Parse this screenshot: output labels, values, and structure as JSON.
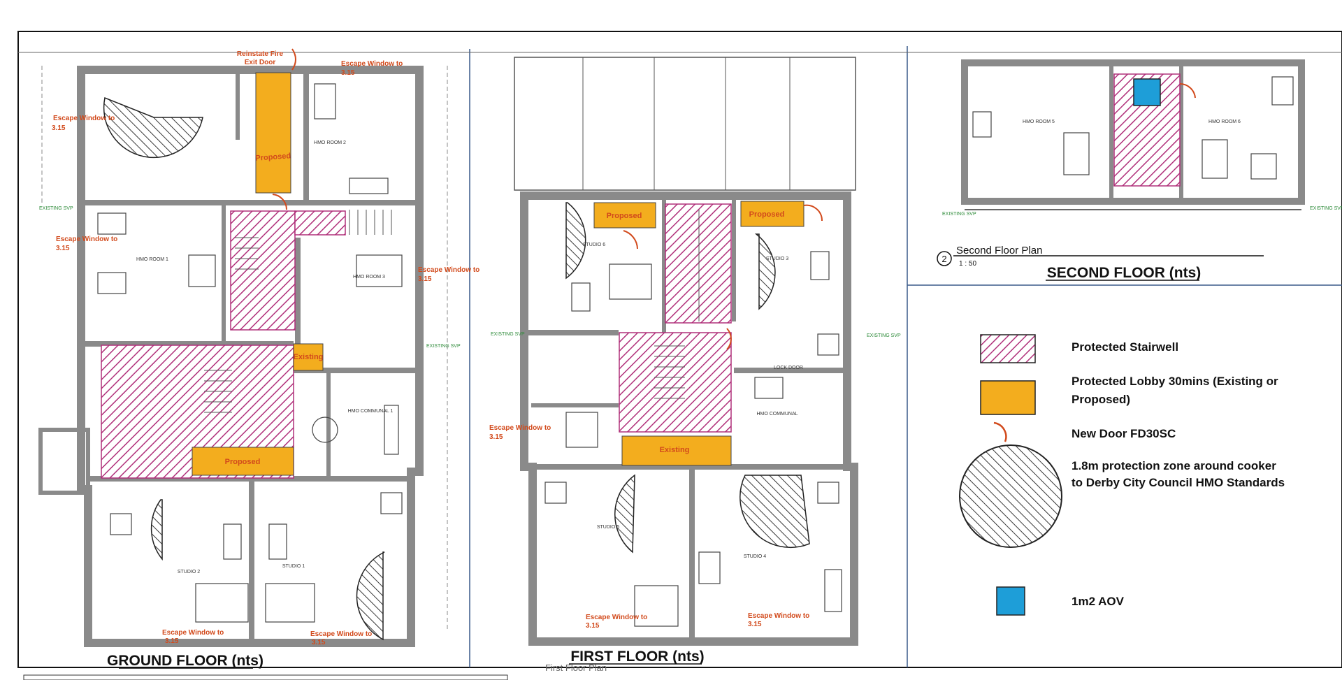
{
  "colors": {
    "stair_hatch": "#b0307a",
    "lobby": "#f3ad1e",
    "door": "#d24a1c",
    "aov": "#1e9ed8",
    "escape_text": "#d24a1c",
    "svp_text": "#2e8b3a"
  },
  "floors": {
    "ground": {
      "title": "GROUND FLOOR (nts)"
    },
    "first": {
      "title": "FIRST FLOOR (nts)"
    },
    "second": {
      "title": "SECOND FLOOR (nts)",
      "plan_number": "2",
      "plan_name": "Second Floor Plan",
      "scale": "1 : 50"
    }
  },
  "legend": {
    "items": [
      {
        "id": "stairwell",
        "label": "Protected Stairwell"
      },
      {
        "id": "lobby",
        "label_line1": "Protected Lobby 30mins (Existing or",
        "label_line2": "Proposed)"
      },
      {
        "id": "door",
        "label": "New Door FD30SC"
      },
      {
        "id": "cooker",
        "label_line1": "1.8m protection zone around cooker",
        "label_line2": "to Derby City Council HMO Standards"
      },
      {
        "id": "aov",
        "label": "1m2 AOV"
      }
    ]
  },
  "annotations": {
    "proposed": "Proposed",
    "existing": "Existing",
    "escape_window": "Escape Window to",
    "escape_ref": "3.15",
    "reinstate_fire_exit_line1": "Reinstate Fire",
    "reinstate_fire_exit_line2": "Exit Door",
    "existing_svp": "EXISTING SVP",
    "hmo_room_1": "HMO ROOM 1",
    "hmo_room_2": "HMO ROOM 2",
    "hmo_room_3": "HMO ROOM 3",
    "hmo_room_5": "HMO ROOM 5",
    "hmo_room_6": "HMO ROOM 6",
    "hmo_communal_1": "HMO COMMUNAL 1",
    "hmo_communal": "HMO COMMUNAL",
    "studio_1": "STUDIO 1",
    "studio_2": "STUDIO 2",
    "studio_3": "STUDIO 3",
    "studio_4": "STUDIO 4",
    "studio_5": "STUDIO 5",
    "studio_6": "STUDIO 6",
    "lock_door": "LOCK DOOR",
    "first_floor_plan": "First Floor Plan"
  }
}
